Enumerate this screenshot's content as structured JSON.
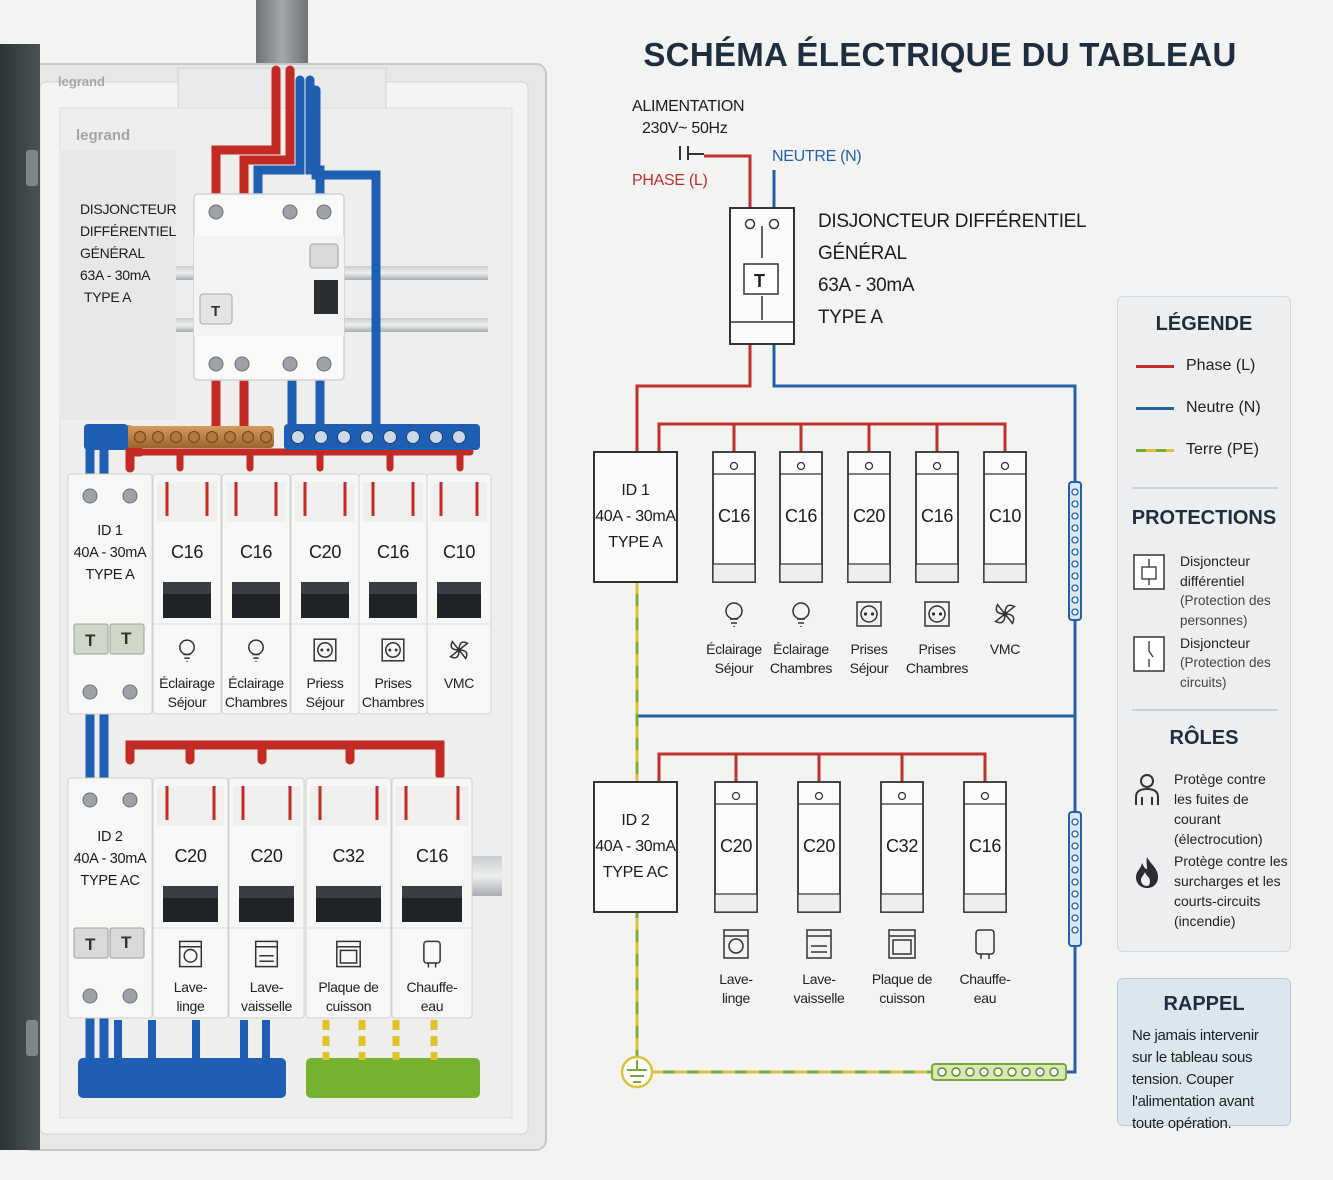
{
  "title": "SCHÉMA ÉLECTRIQUE DU TABLEAU",
  "brand": "legrand",
  "supply": {
    "line1": "ALIMENTATION",
    "line2": "230V~ 50Hz",
    "phase": "PHASE (L)",
    "neutral": "NEUTRE (N)"
  },
  "main_breaker": {
    "line1": "DISJONCTEUR DIFFÉRENTIEL",
    "line2": "GÉNÉRAL",
    "line3": "63A - 30mA",
    "line4": "TYPE A",
    "button": "T"
  },
  "panel_main": {
    "line1": "DISJONCTEUR",
    "line2": "DIFFÉRENTIEL",
    "line3": "GÉNÉRAL",
    "line4": "63A - 30mA",
    "line5": "TYPE A"
  },
  "id1": {
    "name": "ID 1",
    "rating": "40A - 30mA",
    "type": "TYPE A"
  },
  "id2": {
    "name": "ID 2",
    "rating": "40A - 30mA",
    "type": "TYPE AC"
  },
  "panel_id2_type": "TYPE AC",
  "row1_circuits": [
    {
      "rating": "C16",
      "label1": "Éclairage",
      "label2": "Séjour",
      "icon": "bulb-icon"
    },
    {
      "rating": "C16",
      "label1": "Éclairage",
      "label2": "Chambres",
      "icon": "bulb-icon"
    },
    {
      "rating": "C20",
      "label1": "Prises",
      "label2": "Séjour",
      "icon": "socket-icon"
    },
    {
      "rating": "C16",
      "label1": "Prises",
      "label2": "Chambres",
      "icon": "socket-icon"
    },
    {
      "rating": "C10",
      "label1": "VMC",
      "label2": "",
      "icon": "fan-icon"
    }
  ],
  "panel_row1_circuits": [
    {
      "label1": "Éclairage",
      "label2": "Séjour"
    },
    {
      "label1": "Éclairage",
      "label2": "Chambres"
    },
    {
      "label1": "Priess",
      "label2": "Séjour"
    },
    {
      "label1": "Prises",
      "label2": "Chambres"
    },
    {
      "label1": "VMC",
      "label2": ""
    }
  ],
  "row2_circuits": [
    {
      "rating": "C20",
      "label1": "Lave-",
      "label2": "linge",
      "icon": "washer-icon"
    },
    {
      "rating": "C20",
      "label1": "Lave-",
      "label2": "vaisselle",
      "icon": "dishwasher-icon"
    },
    {
      "rating": "C32",
      "label1": "Plaque de",
      "label2": "cuisson",
      "icon": "oven-icon"
    },
    {
      "rating": "C16",
      "label1": "Chauffe-",
      "label2": "eau",
      "icon": "water-heater-icon"
    }
  ],
  "legend": {
    "title": "LÉGENDE",
    "phase": "Phase (L)",
    "neutral": "Neutre (N)",
    "earth": "Terre (PE)",
    "colors": {
      "phase": "#c0302c",
      "neutral": "#2561a8",
      "earth": "#7aa83a",
      "earth_alt": "#d9c23a"
    },
    "protections_title": "PROTECTIONS",
    "rcd": {
      "line1": "Disjoncteur",
      "line2": "différentiel",
      "sub1": "(Protection des",
      "sub2": "personnes)"
    },
    "mcb": {
      "line1": "Disjoncteur",
      "sub1": "(Protection des",
      "sub2": "circuits)"
    },
    "roles_title": "RÔLES",
    "role1": {
      "line1": "Protège contre",
      "line2": "les fuites de courant",
      "line3": "(électrocution)"
    },
    "role2": {
      "line1": "Protège contre les",
      "line2": "surcharges et les",
      "line3": "courts-circuits",
      "line4": "(incendie)"
    }
  },
  "rappel": {
    "title": "RAPPEL",
    "text": "Ne jamais intervenir sur le tableau sous tension. Couper l'alimentation avant toute opération."
  }
}
